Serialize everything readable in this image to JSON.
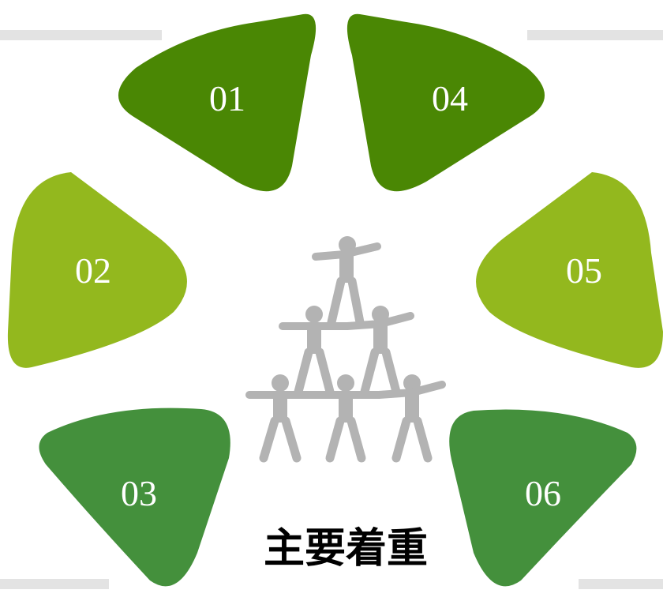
{
  "petals": [
    {
      "id": "01",
      "label": "01",
      "color": "#4a8704"
    },
    {
      "id": "02",
      "label": "02",
      "color": "#93b81e"
    },
    {
      "id": "03",
      "label": "03",
      "color": "#44903c"
    },
    {
      "id": "04",
      "label": "04",
      "color": "#4a8704"
    },
    {
      "id": "05",
      "label": "05",
      "color": "#93b81e"
    },
    {
      "id": "06",
      "label": "06",
      "color": "#44903c"
    }
  ],
  "center_title": "主要着重",
  "icon": "human-pyramid-icon",
  "colors": {
    "dark_green": "#4a8704",
    "light_green": "#93b81e",
    "mid_green": "#44903c",
    "figure_gray": "#b3b3b3",
    "line_gray": "#e3e3e3"
  }
}
